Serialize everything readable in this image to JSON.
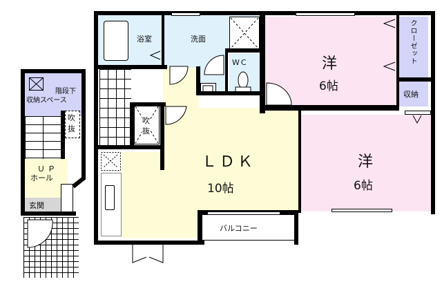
{
  "floor_plan": {
    "colors": {
      "western_room": "#fde4f2",
      "ldk": "#fdfcd6",
      "wet_area": "#dff1fb",
      "storage": "#d3d4f7",
      "entrance": "#d6d6d6",
      "wall": "#000000"
    },
    "rooms": {
      "bath": {
        "label": "浴室"
      },
      "washroom": {
        "label": "洗面"
      },
      "wc": {
        "label": "WC"
      },
      "western_room_1": {
        "label": "洋",
        "size": "6帖"
      },
      "western_room_2": {
        "label": "洋",
        "size": "6帖"
      },
      "closet": {
        "label": "クローゼット"
      },
      "storage": {
        "label": "収納"
      },
      "ldk": {
        "label": "ＬＤＫ",
        "size": "10帖"
      },
      "balcony": {
        "label": "バルコニー"
      },
      "void_1": {
        "label_top": "吹",
        "label_bottom": "抜"
      },
      "void_2": {
        "label_top": "吹",
        "label_bottom": "抜"
      },
      "under_stair_storage": {
        "label_top": "階段下",
        "label_bottom": "収納スペース"
      },
      "up_hall": {
        "label_top": "ＵＰ",
        "label_bottom": "ホール"
      },
      "entrance": {
        "label": "玄関"
      }
    }
  }
}
